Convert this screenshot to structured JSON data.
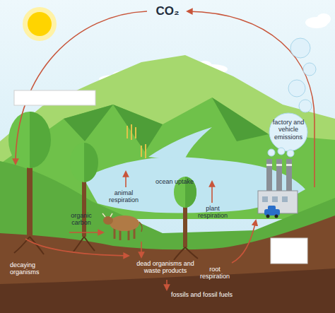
{
  "diagram": {
    "labels": [
      "CO₂",
      "factory and vehicle emissions",
      "animal respiration",
      "ocean uptake",
      "plant respiration",
      "organic carbon",
      "decaying organisms",
      "dead organisms and waste products",
      "root respiration",
      "fossils and fossil fuels"
    ]
  }
}
